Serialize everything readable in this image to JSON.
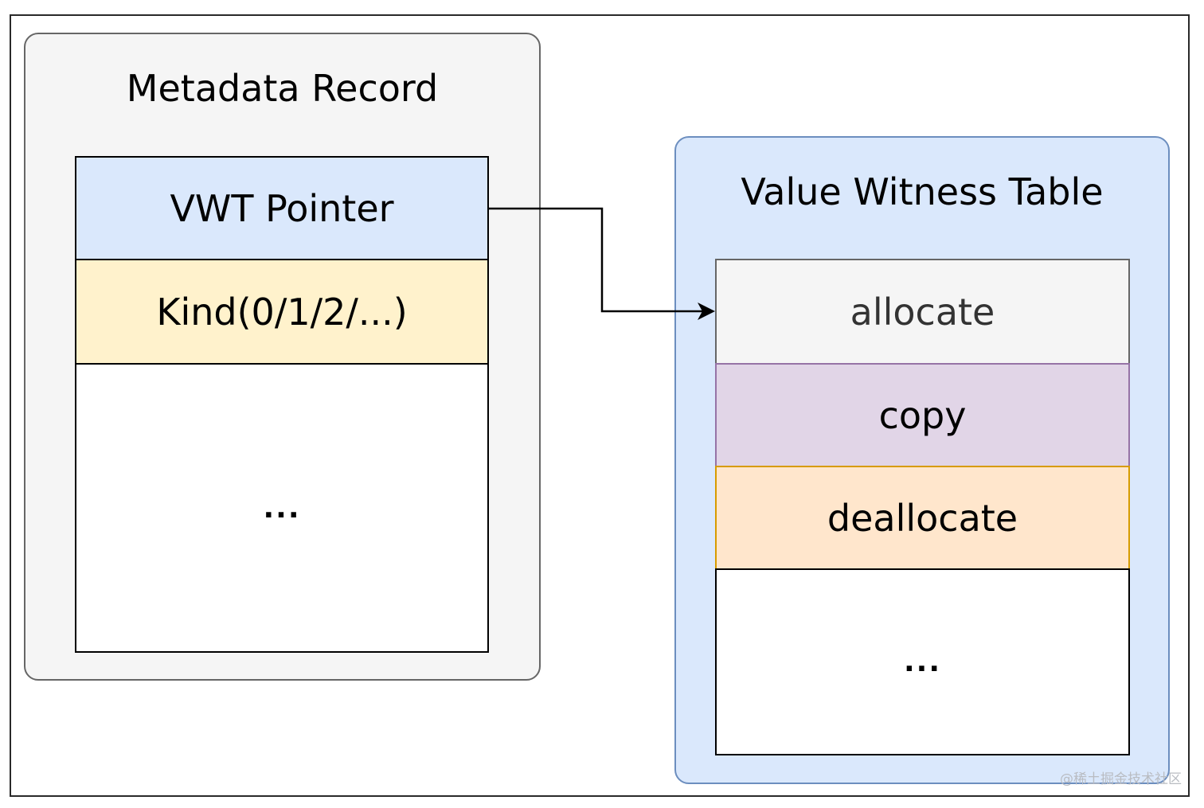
{
  "metadata_record": {
    "title": "Metadata Record",
    "rows": [
      "VWT Pointer",
      "Kind(0/1/2/...)",
      "..."
    ]
  },
  "value_witness_table": {
    "title": "Value Witness Table",
    "rows": [
      "allocate",
      "copy",
      "deallocate",
      "..."
    ]
  },
  "colors": {
    "metadata_fill": "#f5f5f5",
    "vwt_fill": "#dae8fc",
    "vwt_pointer_fill": "#dae8fc",
    "kind_fill": "#fff2cc",
    "allocate_fill": "#f5f5f5",
    "copy_fill": "#e1d5e7",
    "deallocate_fill": "#ffe6cc"
  },
  "watermark": "@稀土掘金技术社区"
}
